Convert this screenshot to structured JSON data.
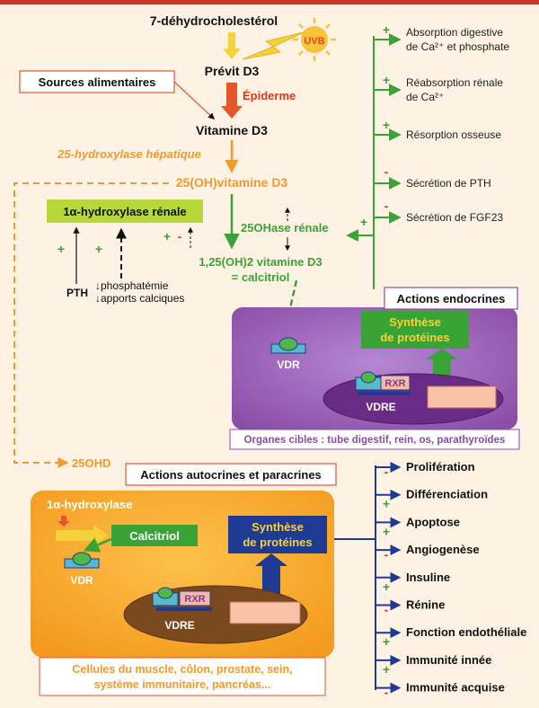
{
  "metabolism": {
    "precursor": "7-déhydrocholestérol",
    "uvb": "UVB",
    "previt": "Prévit D3",
    "epiderm": "Épiderme",
    "food_sources": "Sources alimentaires",
    "vitd3": "Vitamine D3",
    "hepatic_enzyme": "25-hydroxylase hépatique",
    "oh_vitd3": "25(OH)vitamine D3",
    "renal_enzyme": "1α-hydroxylase rénale",
    "renal_25ohase": "25OHase rénale",
    "calcitriol_line1": "1,25(OH)2 vitamine D3",
    "calcitriol_line2": "= calcitriol",
    "pth": "PTH",
    "phosphatemia": "↓phosphatémie",
    "calcium_intake": "↓apports calciques",
    "plus": "+",
    "minus": "-"
  },
  "endocrine": {
    "title": "Actions endocrines",
    "synthesis_line1": "Synthèse",
    "synthesis_line2": "de protéines",
    "vdr": "VDR",
    "rxr": "RXR",
    "vdre": "VDRE",
    "targets": "Organes cibles : tube digestif, rein, os, parathyroïdes",
    "effects": [
      {
        "sign": "+",
        "line1": "Absorption digestive",
        "line2": "de Ca²⁺ et phosphate"
      },
      {
        "sign": "+",
        "line1": "Réabsorption rénale",
        "line2": "de Ca²⁺"
      },
      {
        "sign": "+",
        "line1": "Résorption osseuse",
        "line2": ""
      },
      {
        "sign": "-",
        "line1": "Sécrétion de PTH",
        "line2": ""
      },
      {
        "sign": "-",
        "line1": "Sécrétion de FGF23",
        "line2": ""
      }
    ]
  },
  "autocrine": {
    "title": "Actions autocrines et paracrines",
    "hd25": "25OHD",
    "hydroxylase": "1α-hydroxylase",
    "calcitriol": "Calcitriol",
    "synthesis_line1": "Synthèse",
    "synthesis_line2": "de protéines",
    "vdr": "VDR",
    "rxr": "RXR",
    "vdre": "VDRE",
    "cells_line1": "Cellules du muscle, côlon, prostate, sein,",
    "cells_line2": "système immunitaire, pancréas...",
    "effects": [
      {
        "sign": "-",
        "label": "Prolifération"
      },
      {
        "sign": "+",
        "label": "Différenciation"
      },
      {
        "sign": "+",
        "label": "Apoptose"
      },
      {
        "sign": "-",
        "label": "Angiogenèse"
      },
      {
        "sign": "+",
        "label": "Insuline"
      },
      {
        "sign": "-",
        "label": "Rénine"
      },
      {
        "sign": "+",
        "label": "Fonction endothéliale"
      },
      {
        "sign": "+",
        "label": "Immunité innée"
      },
      {
        "sign": "-",
        "label": "Immunité acquise"
      }
    ]
  },
  "colors": {
    "background": "#fdf2e3",
    "green": "#3aa335",
    "orange": "#f39a2c",
    "red": "#d63a1e",
    "navy": "#1f3a93",
    "purple": "#8a4ca6",
    "teal": "#57b9c9"
  }
}
